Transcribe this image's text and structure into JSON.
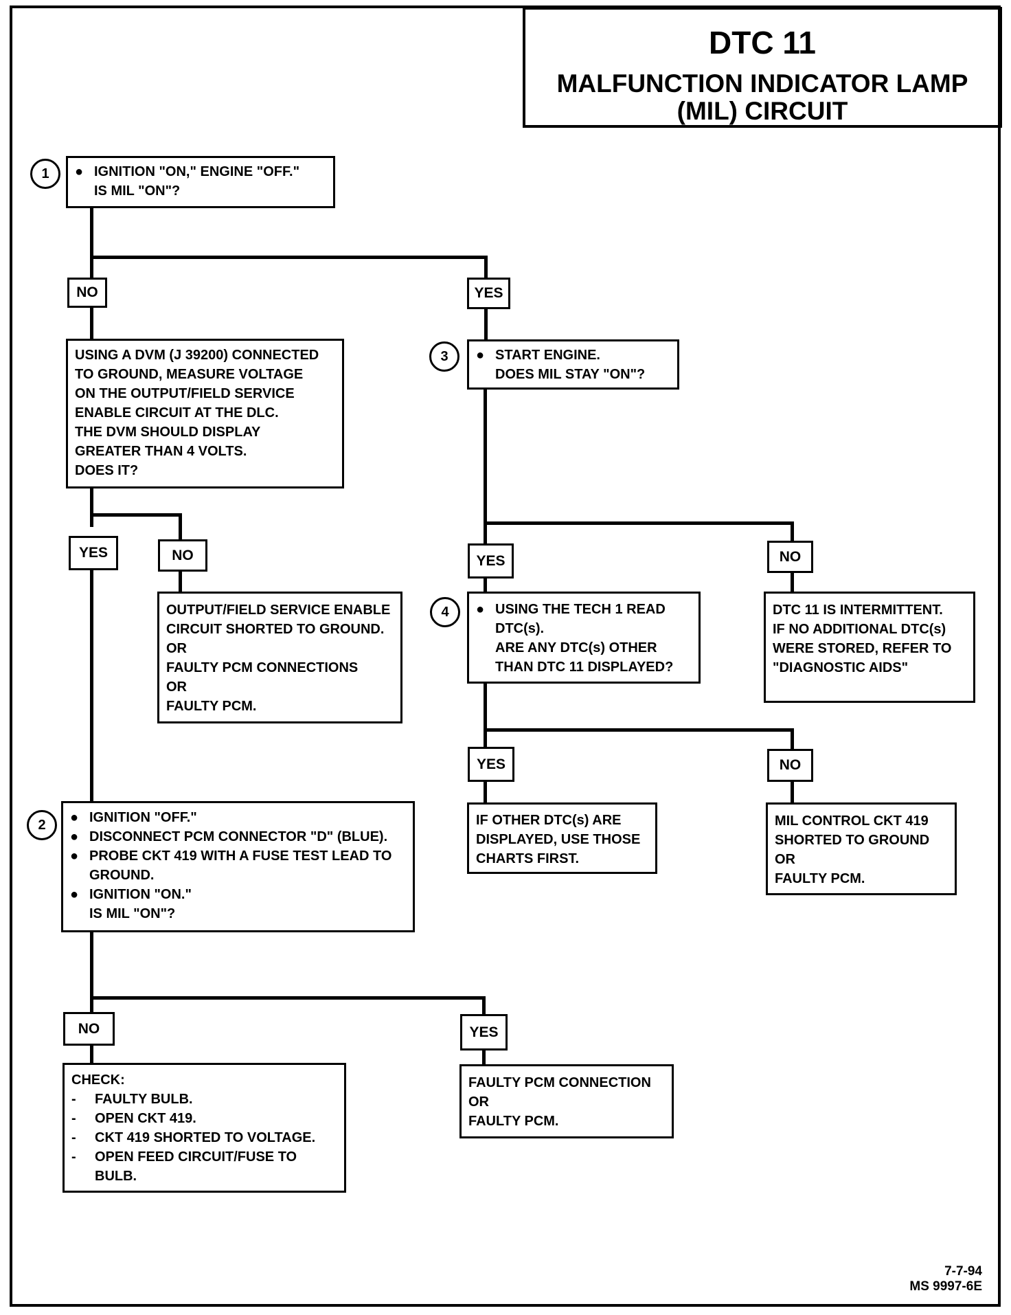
{
  "title": {
    "line1": "DTC 11",
    "line2": "MALFUNCTION INDICATOR LAMP",
    "line3": "(MIL) CIRCUIT"
  },
  "steps": {
    "s1": {
      "num": "1",
      "lines": [
        "IGNITION \"ON,\" ENGINE \"OFF.\"",
        "IS MIL \"ON\"?"
      ]
    },
    "s_dvm": {
      "lines": [
        "USING A DVM (J 39200) CONNECTED",
        "TO GROUND, MEASURE VOLTAGE",
        "ON THE OUTPUT/FIELD SERVICE",
        "ENABLE CIRCUIT AT THE DLC.",
        "THE DVM SHOULD DISPLAY",
        "GREATER THAN 4 VOLTS.",
        "DOES IT?"
      ]
    },
    "s3": {
      "num": "3",
      "lines": [
        "START ENGINE.",
        "DOES MIL STAY \"ON\"?"
      ]
    },
    "s_short": {
      "lines": [
        "OUTPUT/FIELD SERVICE ENABLE",
        "CIRCUIT SHORTED TO GROUND.",
        "OR",
        "FAULTY PCM CONNECTIONS",
        "OR",
        "FAULTY PCM."
      ]
    },
    "s4": {
      "num": "4",
      "lines": [
        "USING THE TECH 1 READ",
        "DTC(s).",
        "ARE ANY DTC(s) OTHER",
        "THAN DTC 11 DISPLAYED?"
      ]
    },
    "s_intermittent": {
      "lines": [
        "DTC 11 IS INTERMITTENT.",
        "IF NO ADDITIONAL DTC(s)",
        "WERE STORED, REFER TO",
        "\"DIAGNOSTIC AIDS\""
      ]
    },
    "s_other": {
      "lines": [
        "IF OTHER DTC(s) ARE",
        "DISPLAYED, USE THOSE",
        "CHARTS FIRST."
      ]
    },
    "s_milctl": {
      "lines": [
        "MIL CONTROL CKT 419",
        "SHORTED TO GROUND",
        "OR",
        "FAULTY PCM."
      ]
    },
    "s2": {
      "num": "2",
      "items": [
        "IGNITION \"OFF.\"",
        "DISCONNECT PCM CONNECTOR \"D\" (BLUE).",
        "PROBE CKT 419 WITH A FUSE TEST LEAD TO GROUND.",
        "IGNITION \"ON.\""
      ],
      "question": "IS MIL \"ON\"?"
    },
    "s_check": {
      "heading": "CHECK:",
      "items": [
        "FAULTY BULB.",
        "OPEN CKT 419.",
        "CKT 419 SHORTED TO VOLTAGE.",
        "OPEN FEED CIRCUIT/FUSE TO BULB."
      ]
    },
    "s_faultypcm": {
      "lines": [
        "FAULTY PCM CONNECTION",
        "OR",
        "FAULTY PCM."
      ]
    }
  },
  "labels": {
    "no": "NO",
    "yes": "YES"
  },
  "footer": {
    "date": "7-7-94",
    "code": "MS 9997-6E"
  }
}
